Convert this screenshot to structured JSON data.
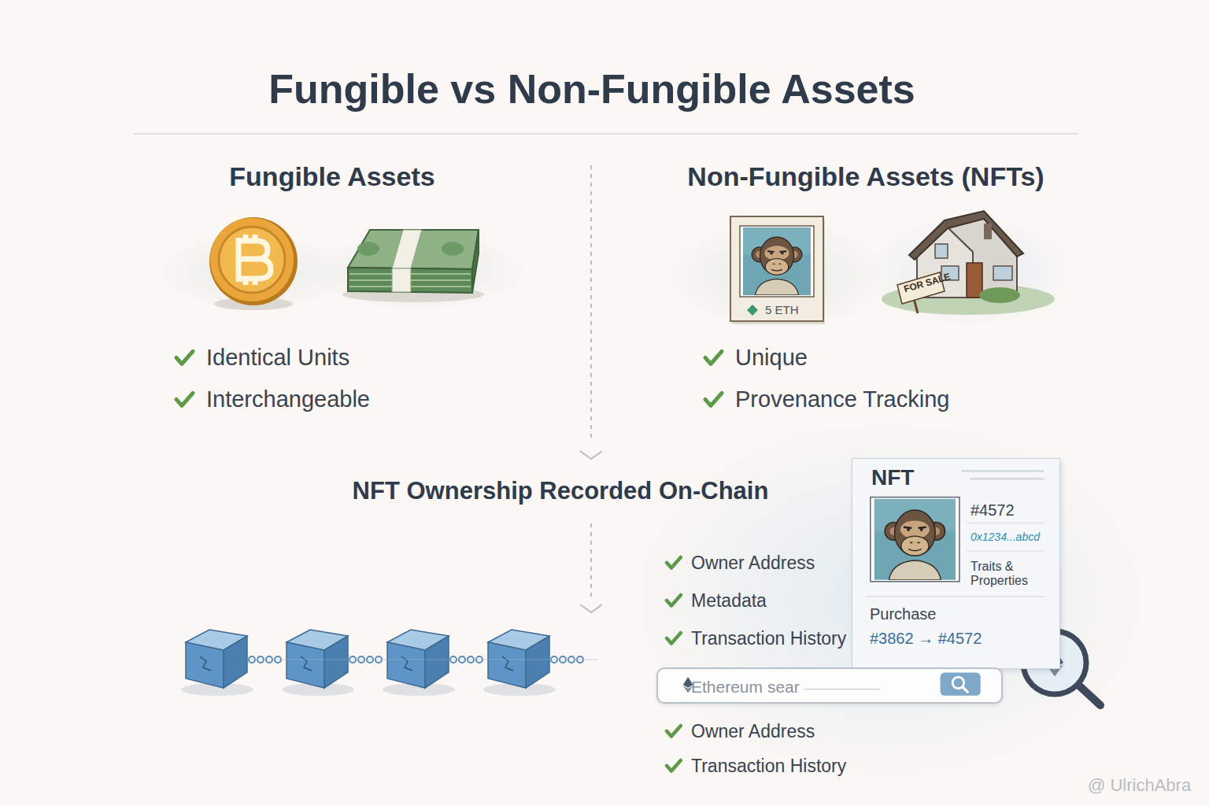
{
  "diagram": {
    "title": "Fungible vs Non-Fungible Assets",
    "nodes": [
      {
        "text": [
          "5 ETH"
        ]
      },
      {
        "text": [
          "NFT",
          "#4572",
          "0x1234...abcd",
          "Traits & Properties",
          "Purchase",
          "#3862 → #4572"
        ]
      },
      {
        "text": [
          "Ethereum sear"
        ]
      }
    ],
    "labels": [
      "Fungible Assets",
      "Identical Units",
      "Interchangeable",
      "Non-Fungible Assets (NFTs)",
      "Unique",
      "Provenance Tracking",
      "FOR SALE",
      "NFT Ownership Recorded On-Chain",
      "Owner Address",
      "Metadata",
      "Transaction History",
      "Owner Address",
      "Transaction History",
      "@ UlrichAbra"
    ]
  }
}
